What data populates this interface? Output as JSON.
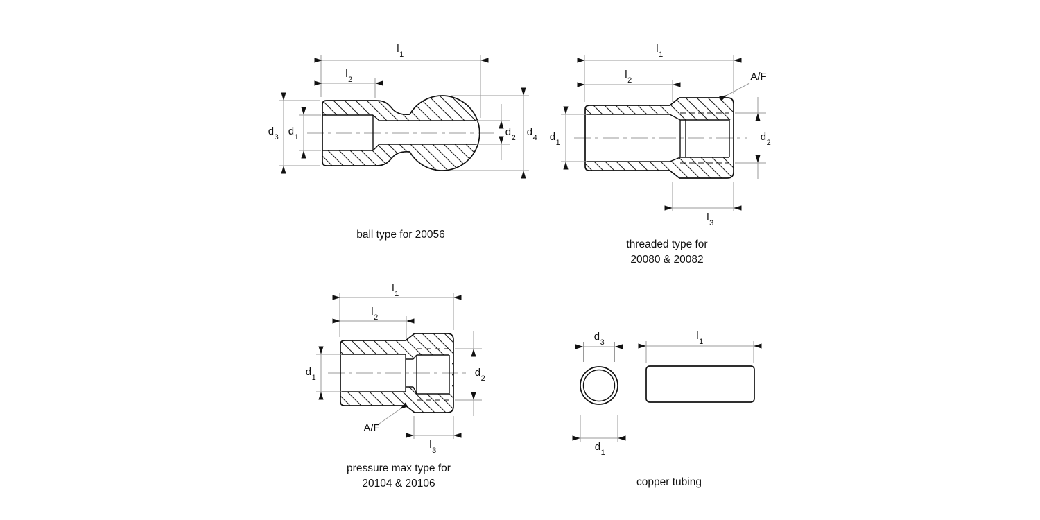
{
  "colors": {
    "line": "#111111",
    "hatch": "#222222",
    "dimension": "#999999",
    "background": "#ffffff"
  },
  "figures": {
    "ball": {
      "caption": "ball type for 20056",
      "labels": {
        "l1": {
          "base": "l",
          "sub": "1"
        },
        "l2": {
          "base": "l",
          "sub": "2"
        },
        "d1": {
          "base": "d",
          "sub": "1"
        },
        "d2": {
          "base": "d",
          "sub": "2"
        },
        "d3": {
          "base": "d",
          "sub": "3"
        },
        "d4": {
          "base": "d",
          "sub": "4"
        }
      }
    },
    "threaded": {
      "caption_line1": "threaded type for",
      "caption_line2": "20080 & 20082",
      "labels": {
        "l1": {
          "base": "l",
          "sub": "1"
        },
        "l2": {
          "base": "l",
          "sub": "2"
        },
        "l3": {
          "base": "l",
          "sub": "3"
        },
        "d1": {
          "base": "d",
          "sub": "1"
        },
        "d2": {
          "base": "d",
          "sub": "2"
        },
        "af": {
          "base": "A/F",
          "sub": ""
        }
      }
    },
    "pressure": {
      "caption_line1": "pressure max type for",
      "caption_line2": "20104 & 20106",
      "labels": {
        "l1": {
          "base": "l",
          "sub": "1"
        },
        "l2": {
          "base": "l",
          "sub": "2"
        },
        "l3": {
          "base": "l",
          "sub": "3"
        },
        "d1": {
          "base": "d",
          "sub": "1"
        },
        "d2": {
          "base": "d",
          "sub": "2"
        },
        "af": {
          "base": "A/F",
          "sub": ""
        }
      }
    },
    "tubing": {
      "caption": "copper tubing",
      "labels": {
        "l1": {
          "base": "l",
          "sub": "1"
        },
        "d1": {
          "base": "d",
          "sub": "1"
        },
        "d3": {
          "base": "d",
          "sub": "3"
        }
      }
    }
  }
}
